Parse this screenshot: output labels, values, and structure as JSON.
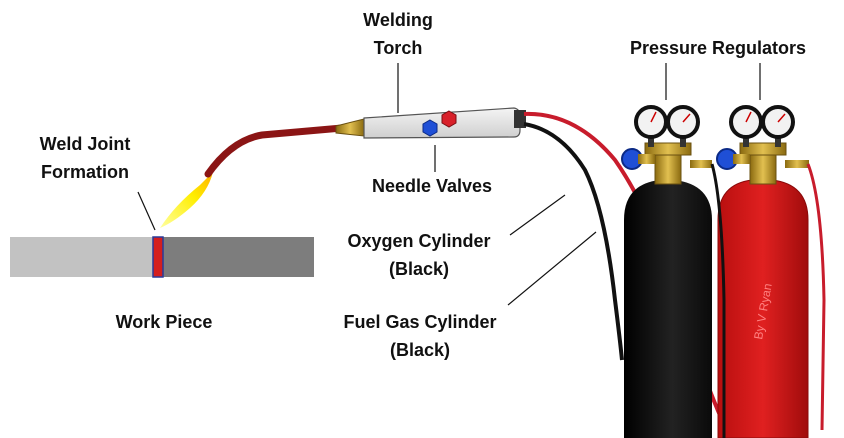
{
  "labels": {
    "welding_torch": [
      "Welding",
      "Torch"
    ],
    "pressure_regulators": "Pressure Regulators",
    "weld_joint": [
      "Weld Joint",
      "Formation"
    ],
    "needle_valves": "Needle Valves",
    "oxygen_cylinder": [
      "Oxygen Cylinder",
      "(Black)"
    ],
    "work_piece": "Work Piece",
    "fuel_gas_cylinder": [
      "Fuel Gas Cylinder",
      "(Black)"
    ]
  },
  "watermark": "By V Ryan",
  "colors": {
    "oxygen_cylinder": "#111111",
    "fuel_cylinder": "#d01a1a",
    "oxygen_hose": "#111111",
    "fuel_hose": "#c81c2c",
    "work_piece_light": "#c2c2c2",
    "work_piece_dark": "#7d7d7d",
    "weld_joint": "#d41e1e",
    "flame": "#ffe000",
    "torch_neck": "#8b1515",
    "valve_blue": "#1f4fd6",
    "valve_red": "#d8202a"
  }
}
